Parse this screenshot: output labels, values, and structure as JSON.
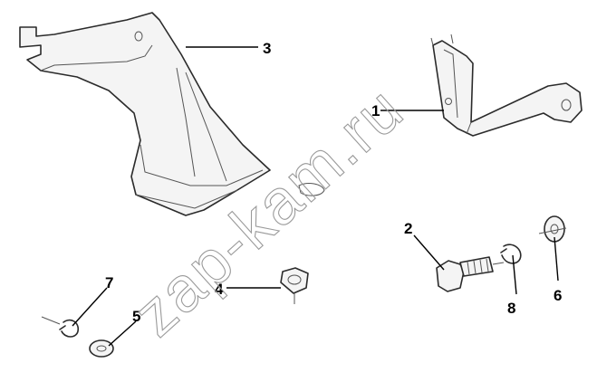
{
  "watermark": "zap-kam.ru",
  "callouts": [
    "1",
    "2",
    "3",
    "4",
    "5",
    "6",
    "7",
    "8"
  ]
}
